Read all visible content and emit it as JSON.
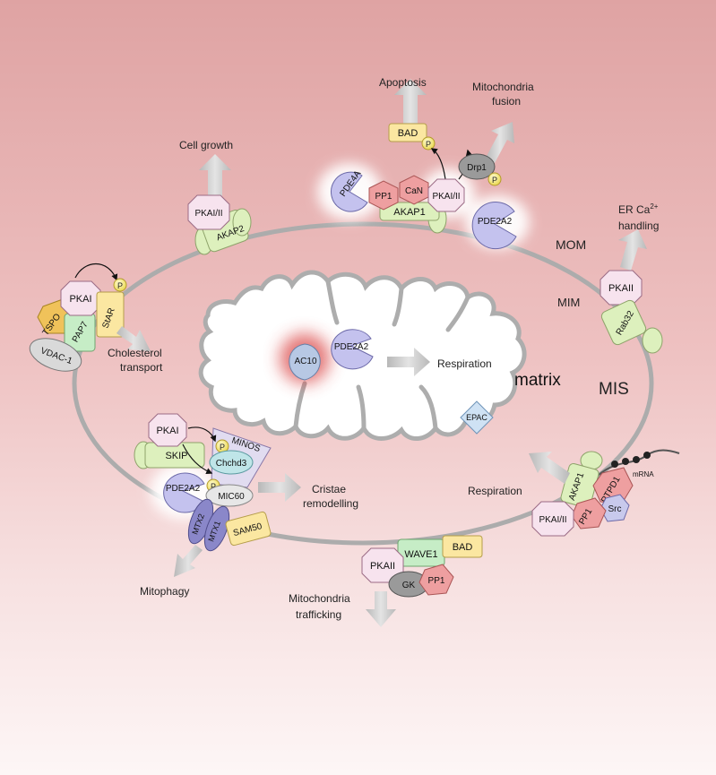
{
  "labels": {
    "apoptosis": "Apoptosis",
    "mito_fusion_1": "Mitochondria",
    "mito_fusion_2": "fusion",
    "cell_growth": "Cell growth",
    "er_ca_1": "ER Ca",
    "er_ca_sup": "2+",
    "er_ca_2": "handling",
    "mom": "MOM",
    "mim": "MIM",
    "mis": "MIS",
    "matrix": "matrix",
    "cholesterol_1": "Cholesterol",
    "cholesterol_2": "transport",
    "respiration_matrix": "Respiration",
    "respiration_right": "Respiration",
    "cristae_1": "Cristae",
    "cristae_2": "remodelling",
    "mitophagy": "Mitophagy",
    "trafficking_1": "Mitochondria",
    "trafficking_2": "trafficking",
    "mrna": "mRNA"
  },
  "proteins": {
    "bad_top": "BAD",
    "drp1": "Drp1",
    "pde4a": "PDE4A",
    "pp1_top": "PP1",
    "can": "CaN",
    "akap1_top": "AKAP1",
    "pkai_ii_top": "PKAI/II",
    "pde2a2_top": "PDE2A2",
    "pkai_ii_left": "PKAI/II",
    "akap2": "AKAP2",
    "pkaii_right": "PKAII",
    "rab32": "Rab32",
    "pkai_chol": "PKAI",
    "star": "StAR",
    "tspo": "TSPO",
    "pap7": "PAP7",
    "vdac1": "VDAC-1",
    "ac10": "AC10",
    "pde2a2_matrix": "PDE2A2",
    "epac": "EPAC",
    "pkai_minos": "PKAI",
    "minos": "MINOS",
    "skip": "SKIP",
    "chchd3": "Chchd3",
    "pde2a2_bottom": "PDE2A2",
    "mic60": "MIC60",
    "mtx2": "MTX2",
    "mtx1": "MTX1",
    "sam50": "SAM50",
    "akap1_right": "AKAP1",
    "ptpd1": "PTPD1",
    "src": "Src",
    "pp1_right": "PP1",
    "pkai_ii_right": "PKAI/II",
    "pkaii_bottom": "PKAII",
    "wave1": "WAVE1",
    "bad_bottom": "BAD",
    "gk": "GK",
    "pp1_bottom": "PP1"
  },
  "phospho_label": "P",
  "colors": {
    "pka_fill": "#f7e3ee",
    "pka_stroke": "#9b6b85",
    "akap_fill": "#ddf0bd",
    "pde_fill": "#c4c2ee",
    "pp_fill": "#ee9fa0",
    "phospho_fill": "#f7ee7a",
    "yellow_box": "#fbe7a1",
    "membrane": "#adadad",
    "arrow": "#cfcfcf"
  }
}
